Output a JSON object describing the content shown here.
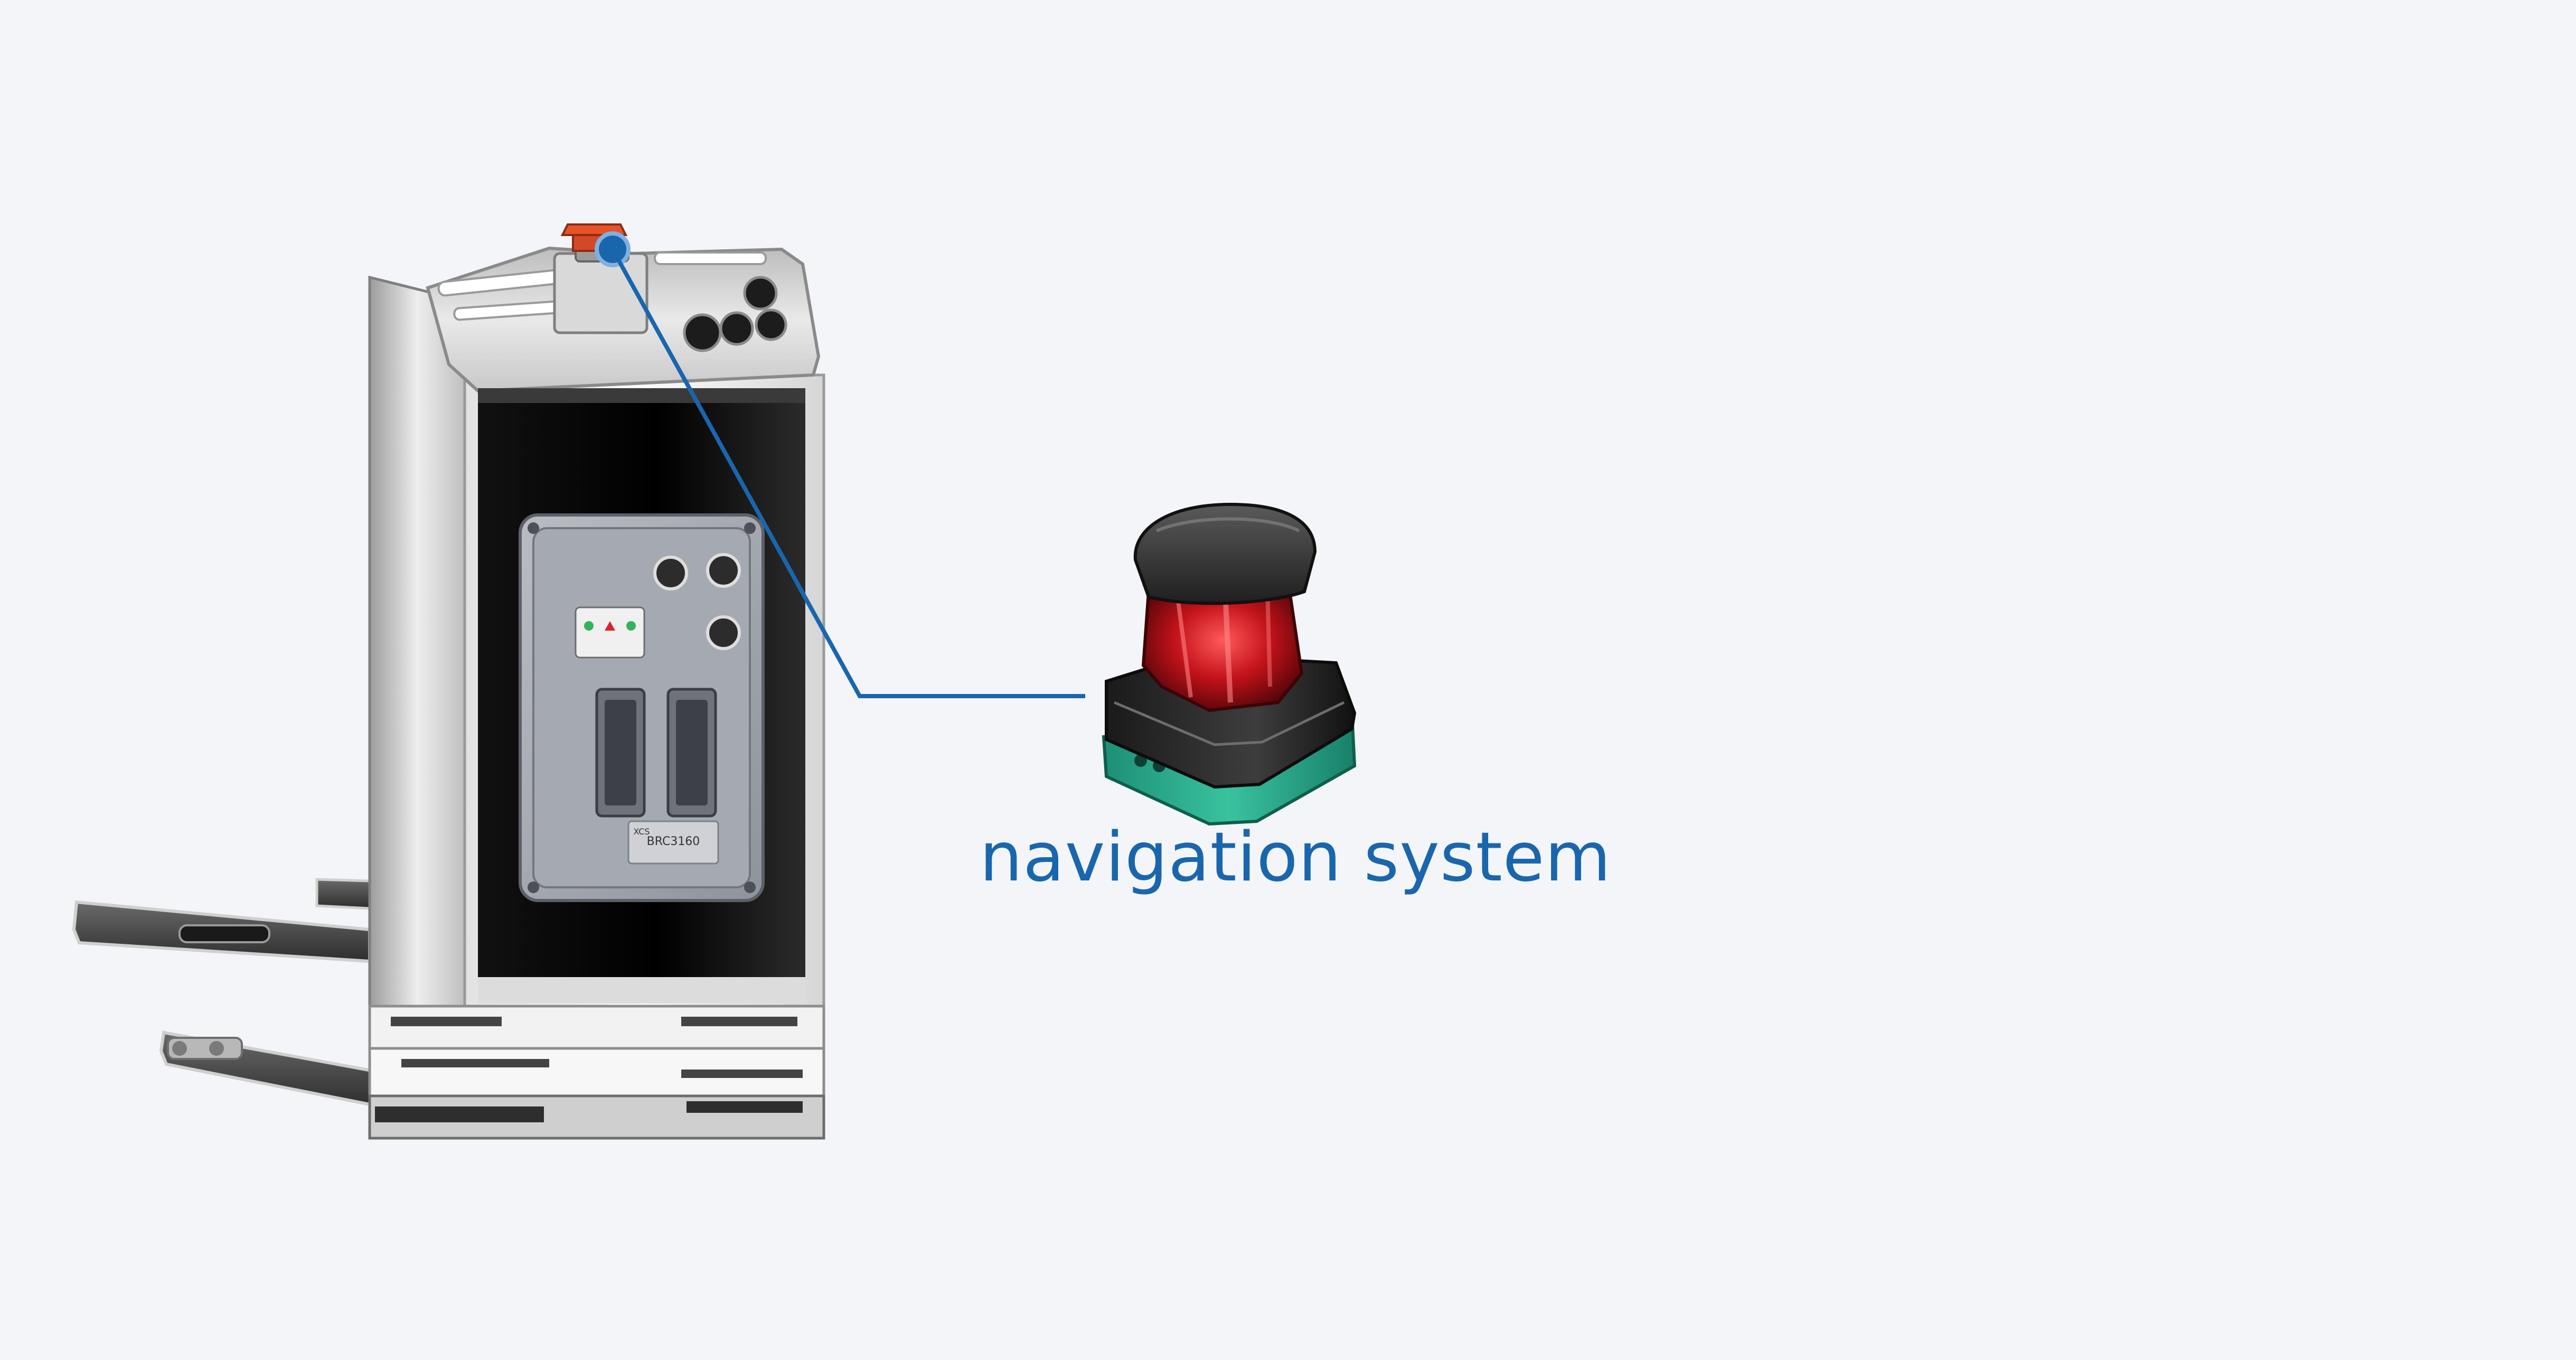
{
  "callout": {
    "label": "navigation system"
  },
  "controller": {
    "model": "BRC3160",
    "brand": "XCS"
  },
  "colors": {
    "background": "#f3f5f9",
    "accent": "#1a66ad",
    "scanner_window": "#c0141c",
    "scanner_base": "#2aa88a",
    "estop": "#e6532b"
  }
}
